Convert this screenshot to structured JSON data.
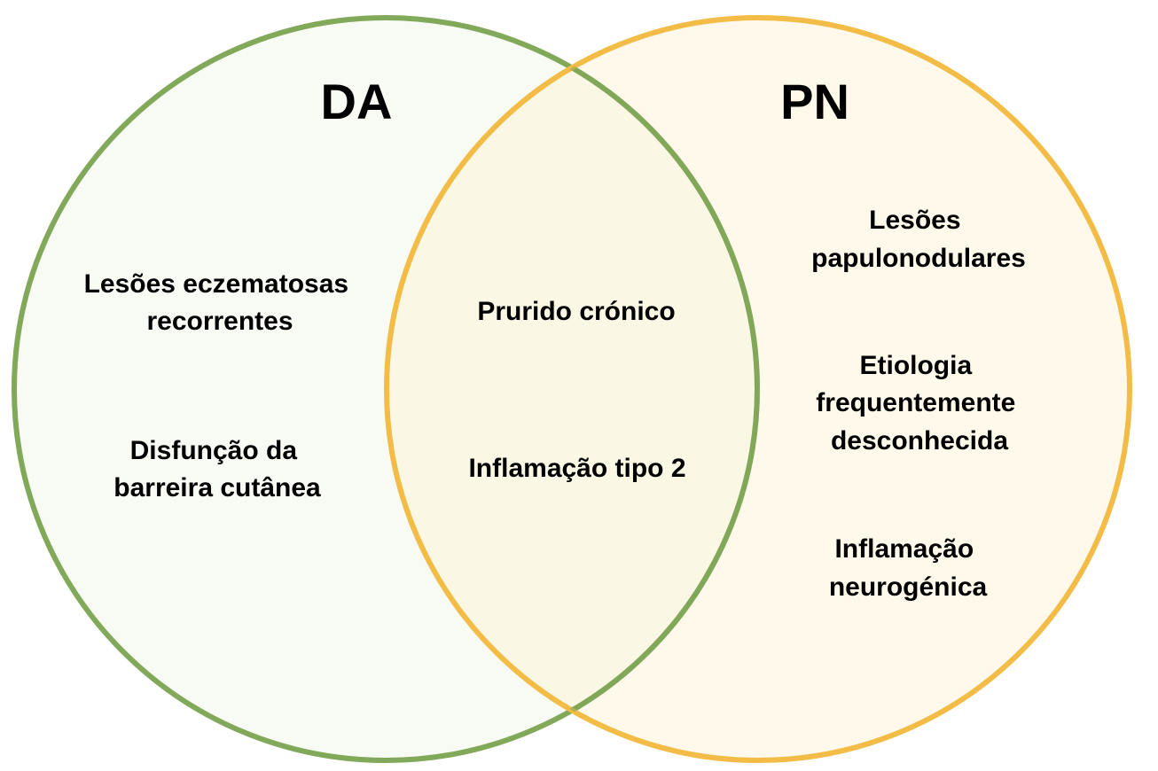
{
  "sets": {
    "left": {
      "title": "DA",
      "stroke_color": "#82a85a",
      "fill_color": "#f8faf4",
      "items": [
        [
          "Lesões eczematosas",
          "recorrentes"
        ],
        [
          "Disfunção da",
          "barreira cutânea"
        ]
      ]
    },
    "right": {
      "title": "PN",
      "stroke_color": "#f2bc46",
      "fill_color": "#fef9ea",
      "items": [
        [
          "Lesões",
          "papulonodulares"
        ],
        [
          "Etiologia",
          "frequentemente",
          "desconhecida"
        ],
        [
          "Inflamação",
          "neurogénica"
        ]
      ]
    }
  },
  "intersection": {
    "fill_color": "#fbf7e5",
    "items": [
      [
        "Prurido crónico"
      ],
      [
        "Inflamação tipo 2"
      ]
    ]
  }
}
